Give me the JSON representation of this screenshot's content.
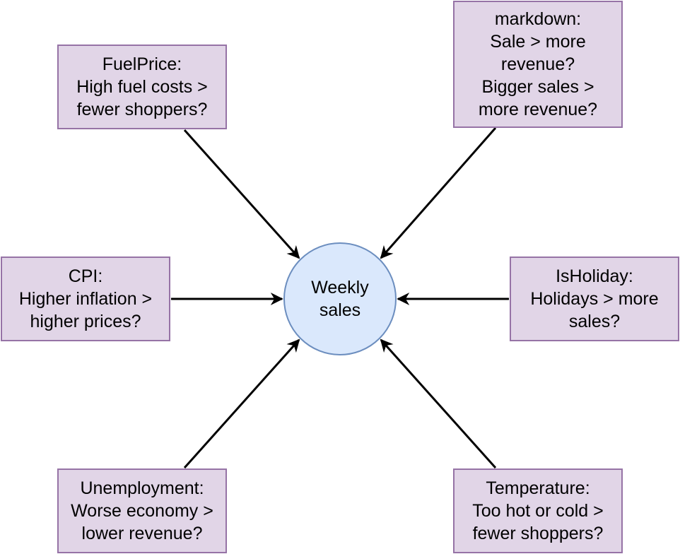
{
  "colors": {
    "box_fill": "#e1d5e7",
    "box_border": "#9673a6",
    "hub_fill": "#dae8fc",
    "hub_border": "#6c8ebf",
    "arrow": "#000000"
  },
  "hub": {
    "lines": [
      "Weekly",
      "sales"
    ]
  },
  "factors": {
    "fuelprice": {
      "lines": [
        "FuelPrice:",
        "High fuel costs >",
        "fewer shoppers?"
      ]
    },
    "markdown": {
      "lines": [
        "markdown:",
        "Sale > more",
        "revenue?",
        "Bigger sales >",
        "more revenue?"
      ]
    },
    "cpi": {
      "lines": [
        "CPI:",
        "Higher inflation >",
        "higher prices?"
      ]
    },
    "isholiday": {
      "lines": [
        "IsHoliday:",
        "Holidays > more",
        "sales?"
      ]
    },
    "unemployment": {
      "lines": [
        "Unemployment:",
        "Worse economy >",
        "lower revenue?"
      ]
    },
    "temperature": {
      "lines": [
        "Temperature:",
        "Too hot or cold >",
        "fewer shoppers?"
      ]
    }
  },
  "edges": [
    {
      "from": "fuelprice",
      "to": "hub"
    },
    {
      "from": "markdown",
      "to": "hub"
    },
    {
      "from": "cpi",
      "to": "hub"
    },
    {
      "from": "isholiday",
      "to": "hub"
    },
    {
      "from": "unemployment",
      "to": "hub"
    },
    {
      "from": "temperature",
      "to": "hub"
    }
  ]
}
